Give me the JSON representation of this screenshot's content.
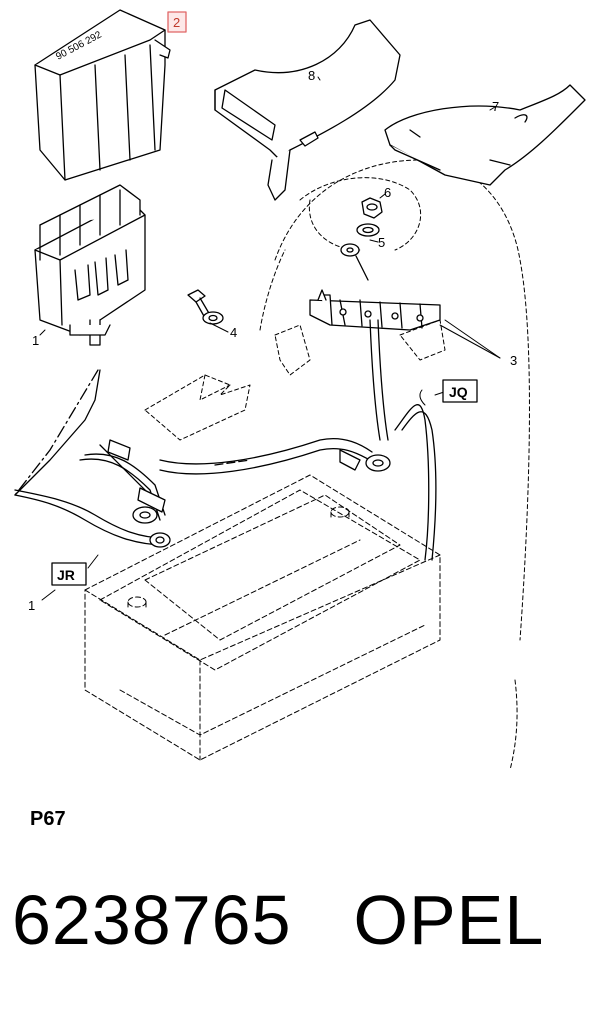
{
  "diagram": {
    "callouts": {
      "p1_top": "1",
      "p1_bottom": "1",
      "p2": "2",
      "p3": "3",
      "p4": "4",
      "p5": "5",
      "p6": "6",
      "p7": "7",
      "p8": "8"
    },
    "boxed_labels": {
      "jq": "JQ",
      "jr": "JR"
    },
    "part_marking": "90 506 292",
    "highlight_color": "#e06666"
  },
  "page_code": "P67",
  "footer": {
    "part_number": "6238765",
    "brand": "OPEL"
  }
}
